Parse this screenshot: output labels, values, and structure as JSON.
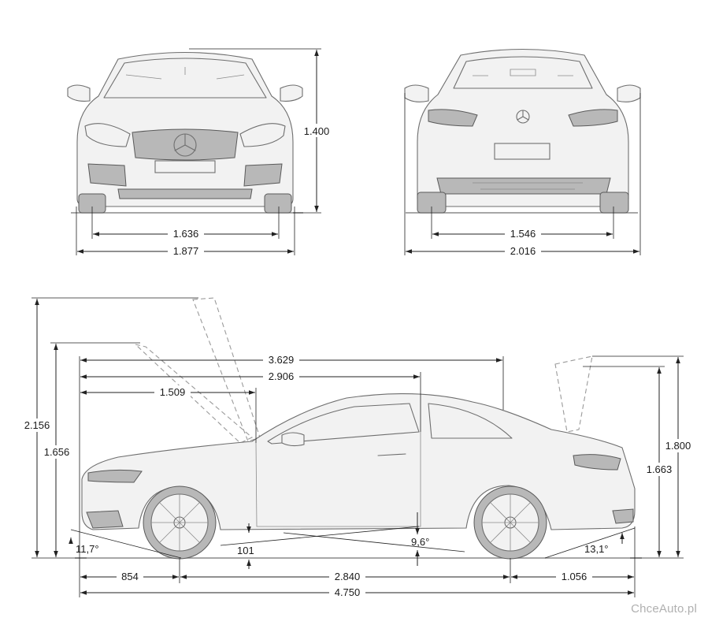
{
  "front_view": {
    "height": "1.400",
    "track": "1.636",
    "width": "1.877"
  },
  "rear_view": {
    "track": "1.546",
    "width_with_mirrors": "2.016"
  },
  "side_view": {
    "height_bonnet_open": "2.156",
    "height_front_overhang_ref": "1.656",
    "overall_to_rear_window": "3.629",
    "to_b_pillar": "2.906",
    "to_a_pillar": "1.509",
    "height_trunk_open": "1.800",
    "height_rear_ref": "1.663",
    "approach_angle": "11,7°",
    "ground_clearance": "101",
    "ramp_angle": "9,6°",
    "departure_angle": "13,1°",
    "front_overhang": "854",
    "wheelbase": "2.840",
    "rear_overhang": "1.056",
    "length": "4.750"
  },
  "watermark": "ChceAuto.pl"
}
